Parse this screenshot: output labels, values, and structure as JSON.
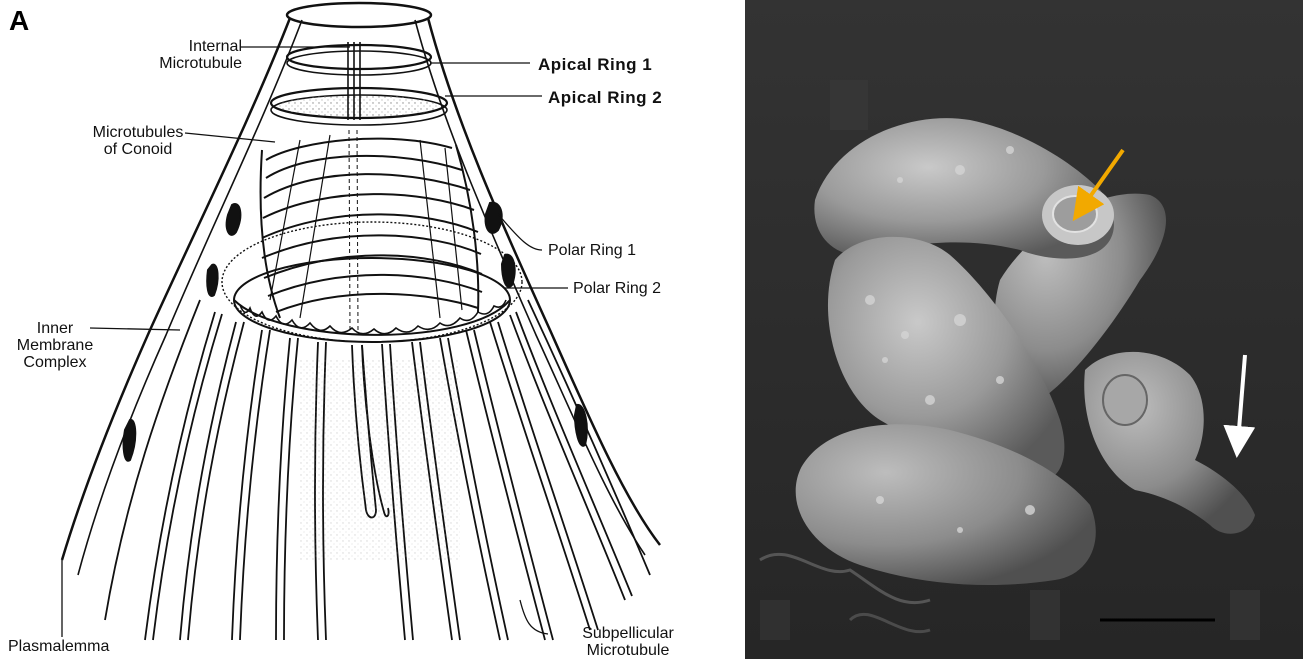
{
  "panel_a": {
    "letter": "A",
    "labels": {
      "internal_microtubule": [
        "Internal",
        "Microtubule"
      ],
      "apical_ring_1": "Apical Ring 1",
      "apical_ring_2": "Apical Ring 2",
      "microtubules_of_conoid": [
        "Microtubules",
        "of Conoid"
      ],
      "polar_ring_1": "Polar Ring 1",
      "polar_ring_2": "Polar Ring 2",
      "inner_membrane_complex": [
        "Inner",
        "Membrane",
        "Complex"
      ],
      "plasmalemma": "Plasmalemma",
      "subpellicular_microtubule": [
        "Subpellicular",
        "Microtubule"
      ]
    }
  },
  "panel_b": {
    "image_kind": "scanning electron micrograph",
    "arrow_colors": {
      "orange": "#f2a900",
      "white": "#ffffff"
    },
    "background_color": "#2e2e2e",
    "scale_bar_color": "#000000"
  }
}
